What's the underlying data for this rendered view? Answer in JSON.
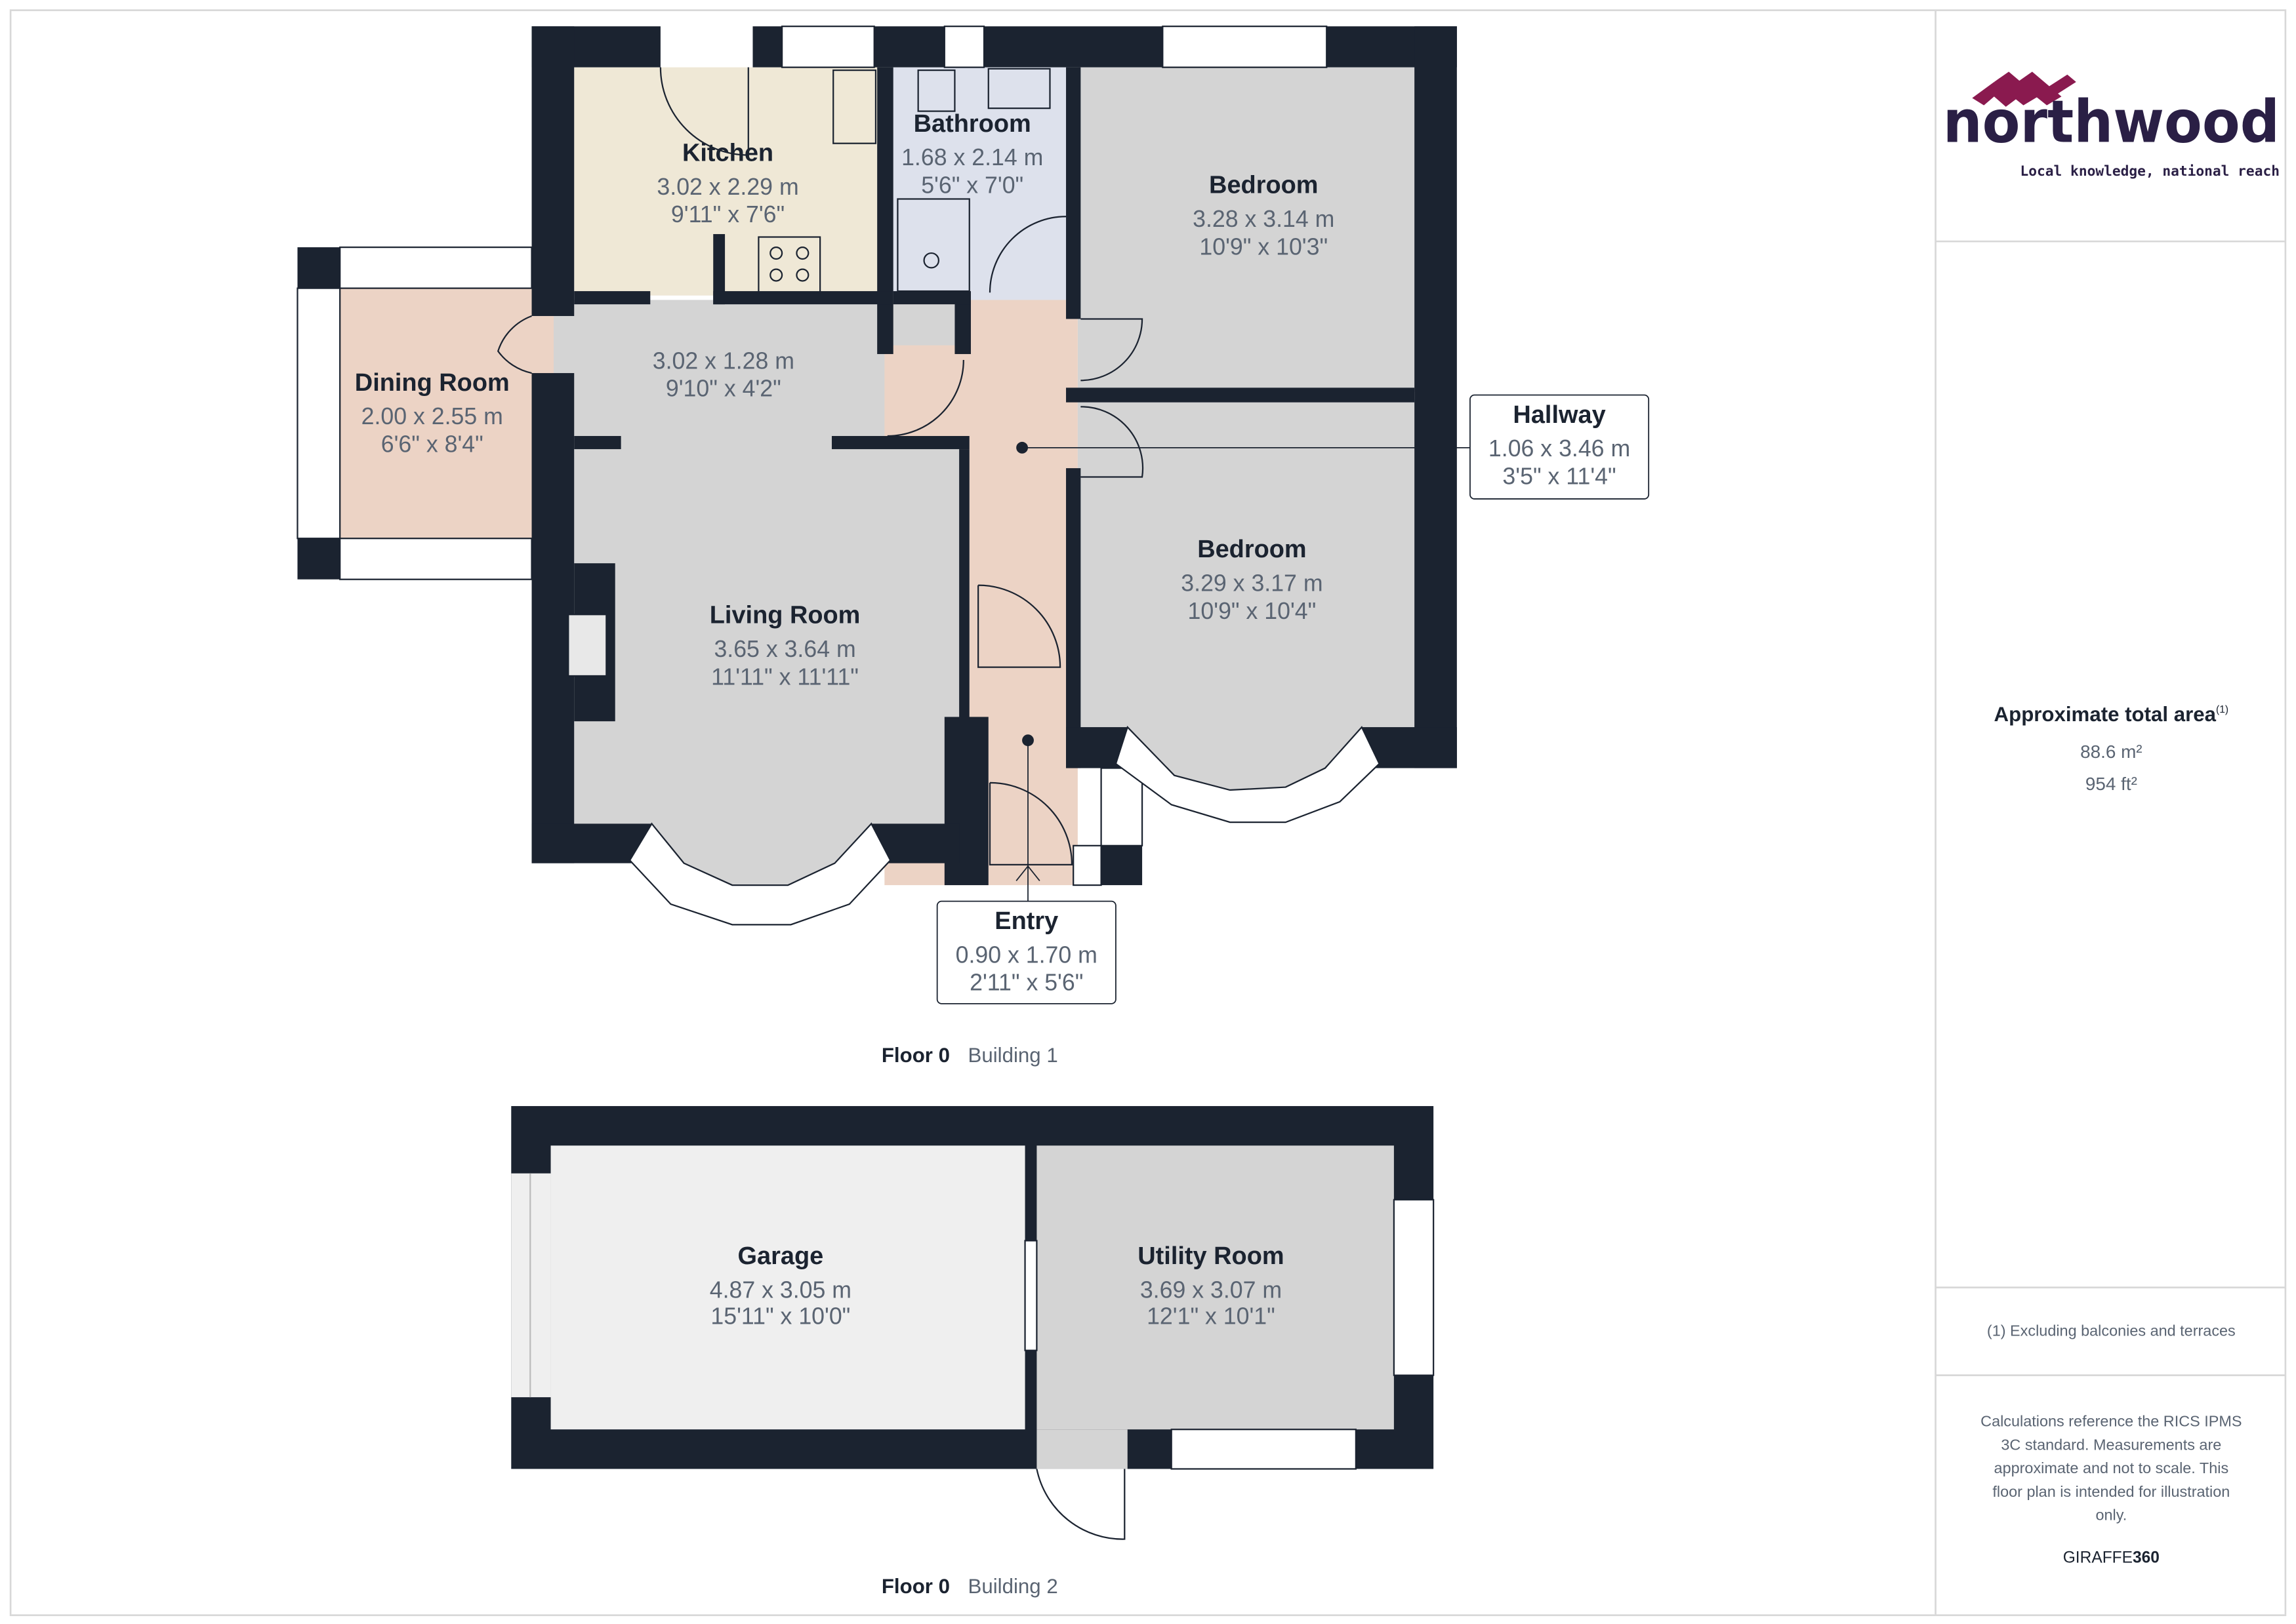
{
  "colors": {
    "wall": "#1b2330",
    "kitchen": "#efe8d6",
    "bathroom": "#dde1ec",
    "circulation": "#ecd3c5",
    "room_grey": "#d4d4d4",
    "garage": "#efefef",
    "brand_dark": "#2a1f45",
    "brand_accent": "#8a1a4f"
  },
  "building1": {
    "floor_label": "Floor 0",
    "building_label": "Building 1",
    "rooms": {
      "kitchen": {
        "name": "Kitchen",
        "metric": "3.02 x 2.29 m",
        "imperial": "9'11\" x 7'6\""
      },
      "bathroom": {
        "name": "Bathroom",
        "metric": "1.68 x 2.14 m",
        "imperial": "5'6\" x 7'0\""
      },
      "bedroom1": {
        "name": "Bedroom",
        "metric": "3.28 x 3.14 m",
        "imperial": "10'9\" x 10'3\""
      },
      "dining": {
        "name": "Dining Room",
        "metric": "2.00 x 2.55 m",
        "imperial": "6'6\" x 8'4\""
      },
      "living_ext": {
        "metric": "3.02 x 1.28 m",
        "imperial": "9'10\" x 4'2\""
      },
      "hallway": {
        "name": "Hallway",
        "metric": "1.06 x 3.46 m",
        "imperial": "3'5\" x 11'4\""
      },
      "bedroom2": {
        "name": "Bedroom",
        "metric": "3.29 x 3.17 m",
        "imperial": "10'9\" x 10'4\""
      },
      "living": {
        "name": "Living Room",
        "metric": "3.65 x 3.64 m",
        "imperial": "11'11\" x 11'11\""
      },
      "entry": {
        "name": "Entry",
        "metric": "0.90 x 1.70 m",
        "imperial": "2'11\" x 5'6\""
      }
    }
  },
  "building2": {
    "floor_label": "Floor 0",
    "building_label": "Building 2",
    "rooms": {
      "garage": {
        "name": "Garage",
        "metric": "4.87 x 3.05 m",
        "imperial": "15'11\" x 10'0\""
      },
      "utility": {
        "name": "Utility Room",
        "metric": "3.69 x 3.07 m",
        "imperial": "12'1\" x 10'1\""
      }
    }
  },
  "panel": {
    "logo_text": "northwood",
    "tagline": "Local knowledge, national reach",
    "area_title": "Approximate total area",
    "area_footnote_mark": "(1)",
    "area_m2": "88.6 m²",
    "area_ft2": "954 ft²",
    "footnote": "(1) Excluding balconies and terraces",
    "disclaimer_lines": [
      "Calculations reference the RICS IPMS",
      "3C standard. Measurements are",
      "approximate and not to scale. This",
      "floor plan is intended for illustration",
      "only."
    ],
    "brand_prefix": "GIRAFFE",
    "brand_suffix": "360"
  }
}
